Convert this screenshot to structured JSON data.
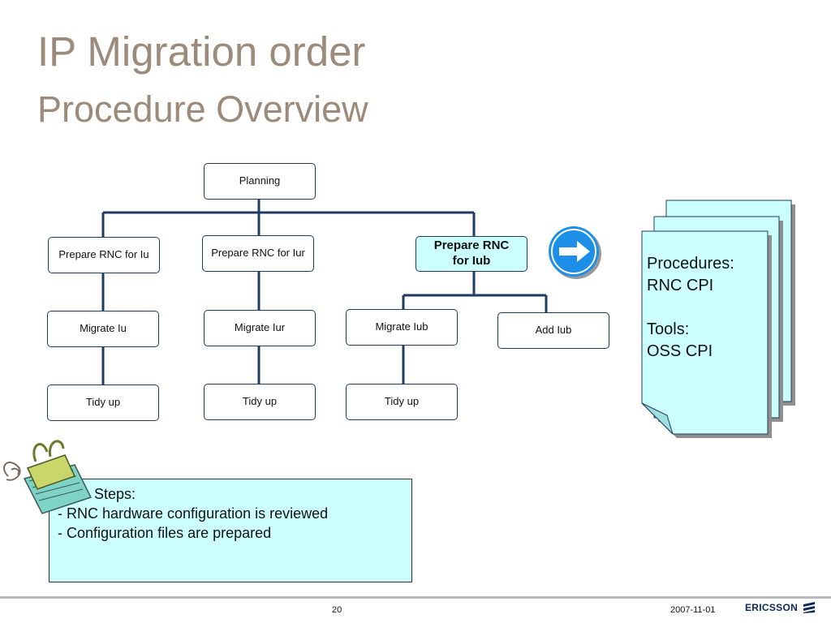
{
  "title": {
    "line1": "IP Migration order",
    "line2": "Procedure Overview"
  },
  "diagram": {
    "root": "Planning",
    "branches": [
      {
        "label": "Prepare RNC for Iu",
        "steps": [
          "Migrate Iu",
          "Tidy up"
        ]
      },
      {
        "label": "Prepare RNC for Iur",
        "steps": [
          "Migrate Iur",
          "Tidy up"
        ]
      },
      {
        "label": "Prepare RNC for Iub",
        "highlighted": true,
        "steps": [
          "Migrate Iub",
          "Tidy up"
        ],
        "extra": "Add Iub"
      }
    ],
    "line_color": "#1f3a5f",
    "highlight_color": "#ccffff"
  },
  "arrow_icon": "right-arrow-circle-icon",
  "documents": {
    "lines": [
      "Procedures:",
      "RNC CPI",
      "",
      "Tools:",
      "OSS CPI"
    ],
    "fill_color": "#ccffff"
  },
  "steps_box": {
    "heading": "Steps:",
    "items": [
      "- RNC hardware configuration is reviewed",
      "- Configuration files are prepared"
    ]
  },
  "clip_icon": "binder-clip-notes-icon",
  "footer": {
    "page": "20",
    "date": "2007-11-01",
    "logo": "ERICSSON"
  }
}
